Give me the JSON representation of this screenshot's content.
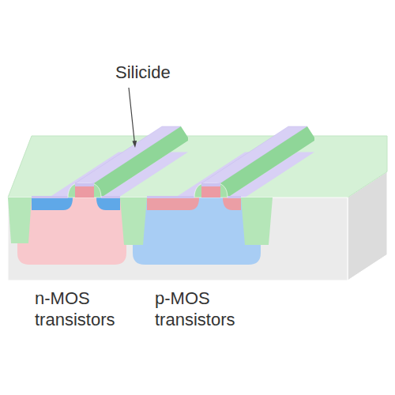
{
  "diagram": {
    "labels": [
      "Silicide",
      "n-MOS transistors",
      "p-MOS transistors"
    ]
  }
}
